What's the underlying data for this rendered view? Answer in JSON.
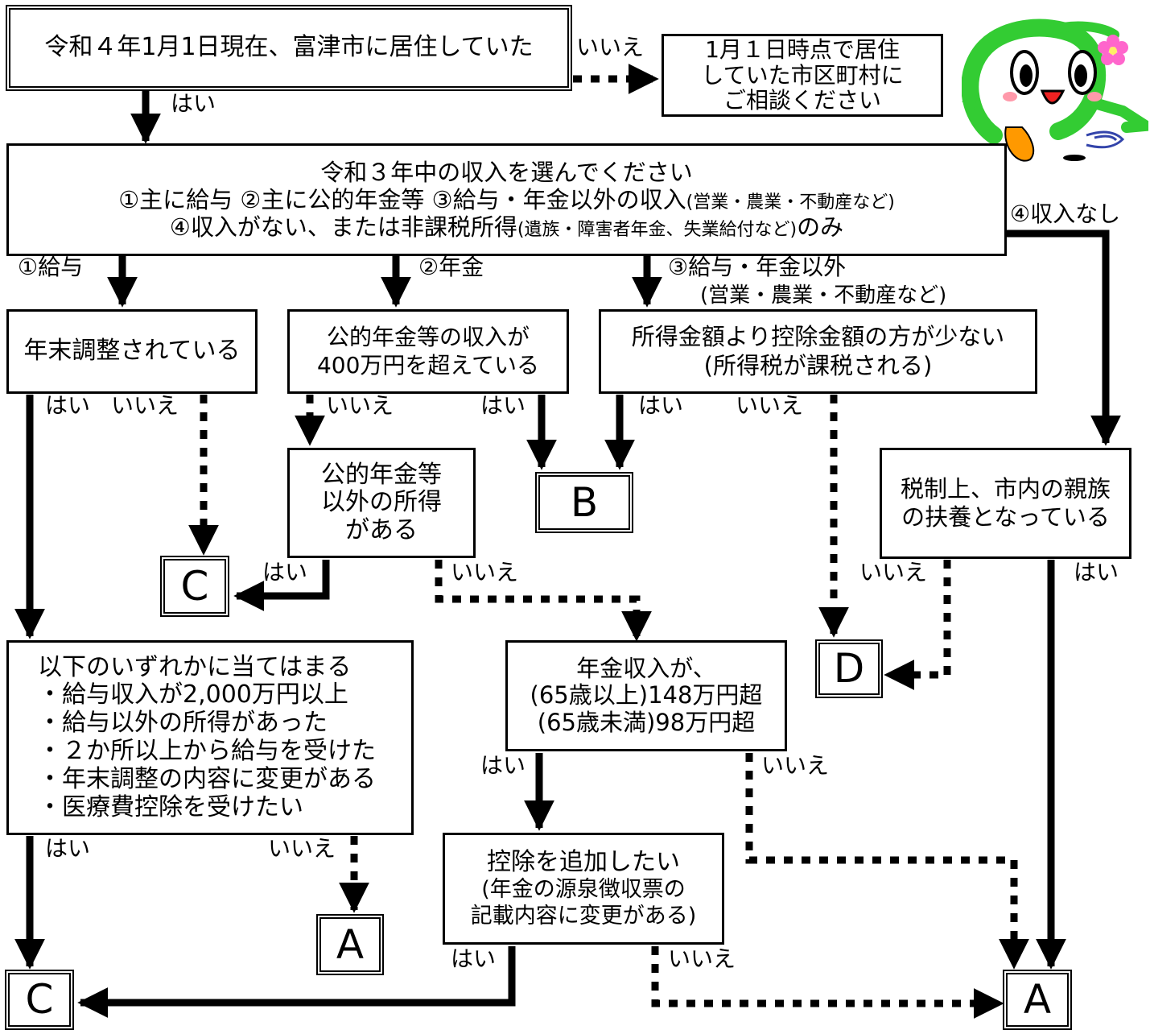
{
  "q1": {
    "text": "令和４年1月1日現在、富津市に居住していた"
  },
  "consult": {
    "line1": "1月１日時点で居住",
    "line2": "していた市区町村に",
    "line3": "ご相談ください"
  },
  "income": {
    "title": "令和３年中の収入を選んでください",
    "line2_main": "①主に給与 ②主に公的年金等 ③給与・年金以外の収入",
    "line2_note": "(営業・農業・不動産など)",
    "line3_main_a": "④収入がない、または非課税所得",
    "line3_note": "(遺族・障害者年金、失業給付など)",
    "line3_main_b": "のみ"
  },
  "branch": {
    "salary": "①給与",
    "pension": "②年金",
    "other": "③給与・年金以外",
    "other_note": "(営業・農業・不動産など)",
    "none": "④収入なし"
  },
  "q_nenmatsu": {
    "text": "年末調整されている"
  },
  "q_pension400": {
    "line1": "公的年金等の収入が",
    "line2": "400万円を超えている"
  },
  "q_deduction": {
    "line1": "所得金額より控除金額の方が少ない",
    "line2": "(所得税が課税される)"
  },
  "q_other_income": {
    "line1": "公的年金等",
    "line2": "以外の所得",
    "line3": "がある"
  },
  "q_dependent": {
    "line1": "税制上、市内の親族",
    "line2": "の扶養となっている"
  },
  "q_conditions": {
    "title": "以下のいずれかに当てはまる",
    "items": [
      "・給与収入が2,000万円以上",
      "・給与以外の所得があった",
      "・２か所以上から給与を受けた",
      "・年末調整の内容に変更がある",
      "・医療費控除を受けたい"
    ]
  },
  "q_pension_amount": {
    "line1": "年金収入が、",
    "line2": "(65歳以上)148万円超",
    "line3": "(65歳未満)98万円超"
  },
  "q_add_deduction": {
    "line1": "控除を追加したい",
    "line2": "(年金の源泉徴収票の",
    "line3": "記載内容に変更がある)"
  },
  "results": {
    "a": "A",
    "b": "B",
    "c": "C",
    "d": "D"
  },
  "answers": {
    "yes": "はい",
    "no": "いいえ"
  }
}
